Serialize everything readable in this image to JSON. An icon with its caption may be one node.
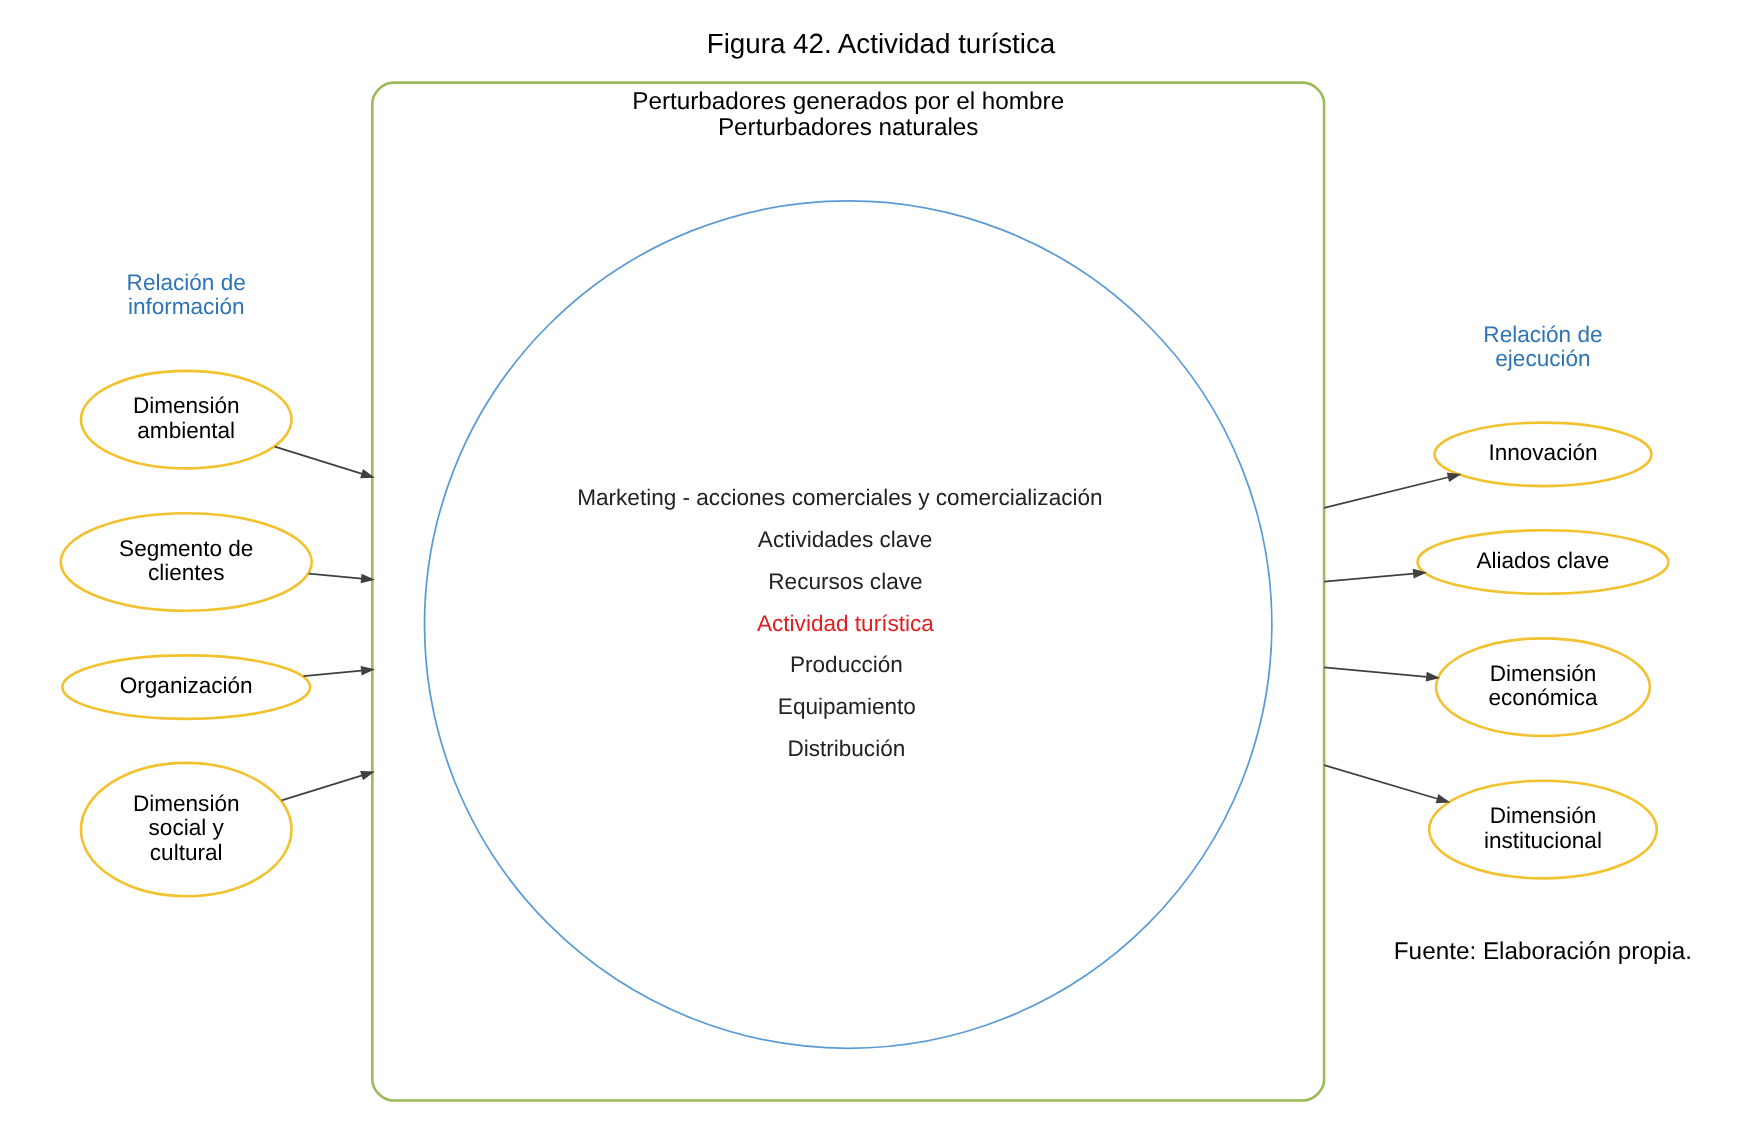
{
  "diagram": {
    "title": "Figura 42. Actividad turística",
    "caption": "Fuente: Elaboración propia.",
    "nodes": [
      {
        "text": [
          "Perturbadores generados por el hombre",
          "Perturbadores naturales"
        ]
      },
      {
        "text": [
          "Marketing - acciones comerciales y comercialización",
          "Actividades clave",
          "Recursos clave",
          "Actividad turística",
          "Producción",
          "Equipamiento",
          "Distribución"
        ],
        "in": 0
      },
      {
        "text": [
          "Dimensión ambiental"
        ]
      },
      {
        "text": [
          "Segmento de clientes"
        ]
      },
      {
        "text": [
          "Organización"
        ]
      },
      {
        "text": [
          "Dimensión social y cultural"
        ]
      },
      {
        "text": [
          "Innovación"
        ]
      },
      {
        "text": [
          "Aliados clave"
        ]
      },
      {
        "text": [
          "Dimensión económica"
        ]
      },
      {
        "text": [
          "Dimensión institucional"
        ]
      }
    ],
    "edges": [
      {
        "from": 2,
        "to": 0,
        "arrow": "to"
      },
      {
        "from": 3,
        "to": 0,
        "arrow": "to"
      },
      {
        "from": 4,
        "to": 0,
        "arrow": "to"
      },
      {
        "from": 5,
        "to": 0,
        "arrow": "to"
      },
      {
        "from": 0,
        "to": 6,
        "arrow": "to"
      },
      {
        "from": 0,
        "to": 7,
        "arrow": "to"
      },
      {
        "from": 0,
        "to": 8,
        "arrow": "to"
      },
      {
        "from": 0,
        "to": 9,
        "arrow": "to"
      }
    ],
    "labels": [
      "Relación de información",
      "Relación de ejecución"
    ]
  }
}
